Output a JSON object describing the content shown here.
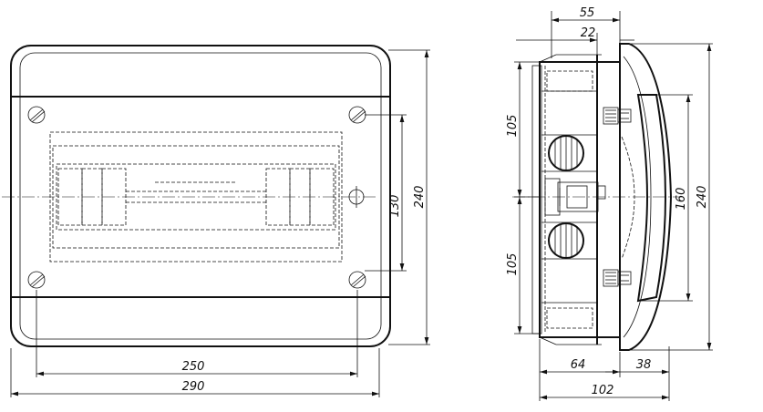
{
  "front_view": {
    "dimensions": {
      "inner_width": "250",
      "outer_width": "290",
      "mount_height": "130",
      "outer_height": "240"
    }
  },
  "side_view": {
    "dimensions": {
      "top_offset": "55",
      "lid_step": "22",
      "upper_half": "105",
      "lower_half": "105",
      "lid_height": "160",
      "outer_height": "240",
      "base_depth": "64",
      "lid_depth": "38",
      "total_depth": "102"
    }
  }
}
